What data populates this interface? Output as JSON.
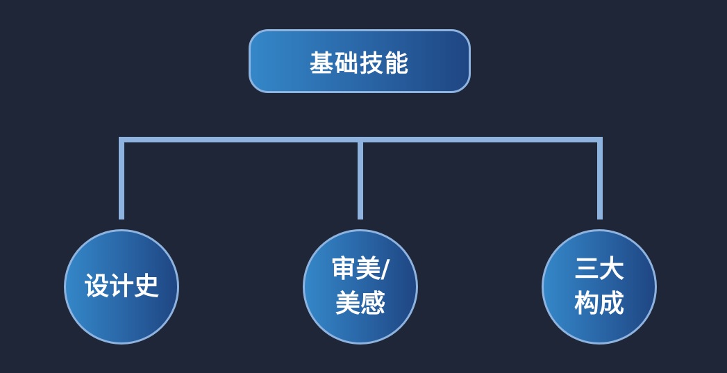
{
  "diagram": {
    "root": {
      "label": "基础技能"
    },
    "children": [
      {
        "label": "设计史"
      },
      {
        "label": "审美/\n美感"
      },
      {
        "label": "三大\n构成"
      }
    ]
  },
  "colors": {
    "background": "#1e2638",
    "connector": "#8fb3df",
    "node_border": "#8fb3df",
    "node_fill_start": "#3487c8",
    "node_fill_end": "#1f4683",
    "text": "#ffffff"
  }
}
